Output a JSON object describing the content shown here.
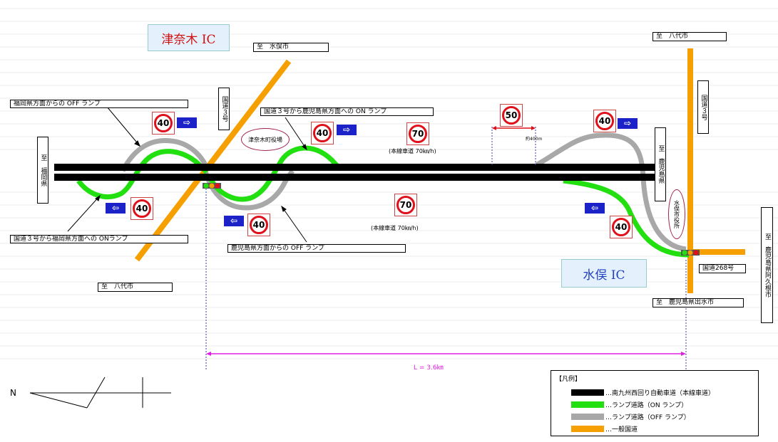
{
  "ic_labels": {
    "tsunagi": "津奈木 IC",
    "minamata": "水俣 IC"
  },
  "destinations": {
    "minamata_city": "至　水俣市",
    "yatsushiro_top": "至　八代市",
    "yatsushiro_bottom": "至　八代市",
    "izumi": "至　鹿児島県出水市",
    "fukuoka": "至　福岡県",
    "kagoshima": "至　鹿児島県",
    "kagoshima_akune": "至　鹿児島県阿久根市",
    "route3_left": "国道３号",
    "route3_right": "国道３号",
    "route268": "国道268号"
  },
  "ramp_labels": {
    "off_from_fukuoka": "福岡県方面からの OFF ランプ",
    "on_to_kagoshima": "国道３号から鹿児島県方面への ON ランプ",
    "on_to_fukuoka": "国道３号から福岡県方面への ONランプ",
    "off_from_kagoshima": "鹿児島県方面からの OFF ランプ"
  },
  "places": {
    "tsunagi_town": "津奈木町役場",
    "minamata_office": "水俣市役所"
  },
  "speed_signs": [
    "40",
    "40",
    "40",
    "40",
    "40",
    "40",
    "70",
    "70",
    "50"
  ],
  "speed_notes": {
    "upper": "(本線車道 70㎞/h)",
    "lower": "(本線車道 70㎞/h)"
  },
  "distance": {
    "label": "L = 3.6㎞",
    "small": "約400m"
  },
  "arrows": {
    "right": "⇨",
    "left": "⇦"
  },
  "compass": {
    "north": "N"
  },
  "legend": {
    "title": "【凡例】",
    "items": [
      {
        "label": "…南九州西回り自動車道（本線車道）",
        "color": "#000000"
      },
      {
        "label": "…ランプ道路（ON ランプ）",
        "color": "#22e010"
      },
      {
        "label": "…ランプ道路（OFF ランプ）",
        "color": "#a8a8a8"
      },
      {
        "label": "…一般国道",
        "color": "#f5a000"
      }
    ]
  },
  "colors": {
    "main": "#000000",
    "on_ramp": "#22e010",
    "off_ramp": "#a8a8a8",
    "national_road": "#f5a000",
    "dim": "#e020e0"
  }
}
